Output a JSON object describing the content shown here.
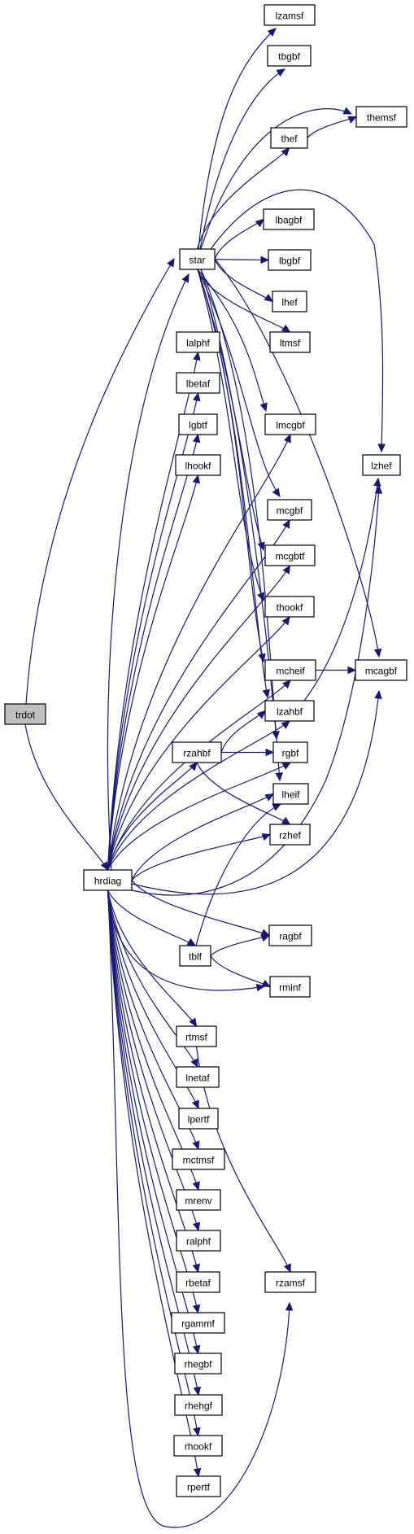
{
  "diagram": {
    "type": "call-graph",
    "colors": {
      "edge": "#191970",
      "root_fill": "#bfbfbf",
      "node_fill": "#ffffff",
      "node_border": "#000000"
    },
    "nodes": [
      {
        "id": "trdot",
        "label": "trdot",
        "root": true
      },
      {
        "id": "hrdiag",
        "label": "hrdiag"
      },
      {
        "id": "star",
        "label": "star"
      },
      {
        "id": "lzamsf",
        "label": "lzamsf"
      },
      {
        "id": "tbgbf",
        "label": "tbgbf"
      },
      {
        "id": "themsf",
        "label": "themsf"
      },
      {
        "id": "thef",
        "label": "thef"
      },
      {
        "id": "lbagbf",
        "label": "lbagbf"
      },
      {
        "id": "lbgbf",
        "label": "lbgbf"
      },
      {
        "id": "lhef",
        "label": "lhef"
      },
      {
        "id": "ltmsf",
        "label": "ltmsf"
      },
      {
        "id": "lalphf",
        "label": "lalphf"
      },
      {
        "id": "lbetaf",
        "label": "lbetaf"
      },
      {
        "id": "lgbtf",
        "label": "lgbtf"
      },
      {
        "id": "lhookf",
        "label": "lhookf"
      },
      {
        "id": "lmcgbf",
        "label": "lmcgbf"
      },
      {
        "id": "lzhef",
        "label": "lzhef"
      },
      {
        "id": "mcgbf",
        "label": "mcgbf"
      },
      {
        "id": "mcgbtf",
        "label": "mcgbtf"
      },
      {
        "id": "thookf",
        "label": "thookf"
      },
      {
        "id": "mcheif",
        "label": "mcheif"
      },
      {
        "id": "mcagbf",
        "label": "mcagbf"
      },
      {
        "id": "lzahbf",
        "label": "lzahbf"
      },
      {
        "id": "rzahbf",
        "label": "rzahbf"
      },
      {
        "id": "rgbf",
        "label": "rgbf"
      },
      {
        "id": "lheif",
        "label": "lheif"
      },
      {
        "id": "rzhef",
        "label": "rzhef"
      },
      {
        "id": "ragbf",
        "label": "ragbf"
      },
      {
        "id": "tblf",
        "label": "tblf"
      },
      {
        "id": "rminf",
        "label": "rminf"
      },
      {
        "id": "rtmsf",
        "label": "rtmsf"
      },
      {
        "id": "lnetaf",
        "label": "lnetaf"
      },
      {
        "id": "lpertf",
        "label": "lpertf"
      },
      {
        "id": "mctmsf",
        "label": "mctmsf"
      },
      {
        "id": "mrenv",
        "label": "mrenv"
      },
      {
        "id": "ralphf",
        "label": "ralphf"
      },
      {
        "id": "rbetaf",
        "label": "rbetaf"
      },
      {
        "id": "rzamsf",
        "label": "rzamsf"
      },
      {
        "id": "rgammf",
        "label": "rgammf"
      },
      {
        "id": "rhegbf",
        "label": "rhegbf"
      },
      {
        "id": "rhehgf",
        "label": "rhehgf"
      },
      {
        "id": "rhookf",
        "label": "rhookf"
      },
      {
        "id": "rpertf",
        "label": "rpertf"
      }
    ],
    "edges": [
      [
        "trdot",
        "hrdiag"
      ],
      [
        "trdot",
        "star"
      ],
      [
        "hrdiag",
        "star"
      ],
      [
        "hrdiag",
        "lalphf"
      ],
      [
        "hrdiag",
        "lbetaf"
      ],
      [
        "hrdiag",
        "lgbtf"
      ],
      [
        "hrdiag",
        "lhookf"
      ],
      [
        "hrdiag",
        "lmcgbf"
      ],
      [
        "hrdiag",
        "mcgbf"
      ],
      [
        "hrdiag",
        "mcgbtf"
      ],
      [
        "hrdiag",
        "thookf"
      ],
      [
        "hrdiag",
        "mcheif"
      ],
      [
        "hrdiag",
        "lzahbf"
      ],
      [
        "hrdiag",
        "rzahbf"
      ],
      [
        "hrdiag",
        "rgbf"
      ],
      [
        "hrdiag",
        "lheif"
      ],
      [
        "hrdiag",
        "rzhef"
      ],
      [
        "hrdiag",
        "mcagbf"
      ],
      [
        "hrdiag",
        "lzhef"
      ],
      [
        "hrdiag",
        "ragbf"
      ],
      [
        "hrdiag",
        "tblf"
      ],
      [
        "hrdiag",
        "rminf"
      ],
      [
        "hrdiag",
        "rtmsf"
      ],
      [
        "hrdiag",
        "lnetaf"
      ],
      [
        "hrdiag",
        "lpertf"
      ],
      [
        "hrdiag",
        "mctmsf"
      ],
      [
        "hrdiag",
        "mrenv"
      ],
      [
        "hrdiag",
        "ralphf"
      ],
      [
        "hrdiag",
        "rbetaf"
      ],
      [
        "hrdiag",
        "rgammf"
      ],
      [
        "hrdiag",
        "rhegbf"
      ],
      [
        "hrdiag",
        "rhehgf"
      ],
      [
        "hrdiag",
        "rhookf"
      ],
      [
        "hrdiag",
        "rpertf"
      ],
      [
        "hrdiag",
        "rzamsf"
      ],
      [
        "star",
        "lzamsf"
      ],
      [
        "star",
        "tbgbf"
      ],
      [
        "star",
        "themsf"
      ],
      [
        "star",
        "thef"
      ],
      [
        "star",
        "lbagbf"
      ],
      [
        "star",
        "lbgbf"
      ],
      [
        "star",
        "lhef"
      ],
      [
        "star",
        "ltmsf"
      ],
      [
        "star",
        "lzhef"
      ],
      [
        "star",
        "lmcgbf"
      ],
      [
        "star",
        "mcgbf"
      ],
      [
        "star",
        "mcgbtf"
      ],
      [
        "star",
        "thookf"
      ],
      [
        "star",
        "mcheif"
      ],
      [
        "star",
        "lzahbf"
      ],
      [
        "star",
        "rgbf"
      ],
      [
        "star",
        "lheif"
      ],
      [
        "star",
        "mcagbf"
      ],
      [
        "thef",
        "themsf"
      ],
      [
        "mcheif",
        "mcagbf"
      ],
      [
        "lzahbf",
        "lzhef"
      ],
      [
        "rzahbf",
        "lzahbf"
      ],
      [
        "rzahbf",
        "rgbf"
      ],
      [
        "rzahbf",
        "rzhef"
      ],
      [
        "tblf",
        "lheif"
      ],
      [
        "tblf",
        "ragbf"
      ],
      [
        "tblf",
        "rminf"
      ],
      [
        "rtmsf",
        "rzamsf"
      ]
    ]
  }
}
